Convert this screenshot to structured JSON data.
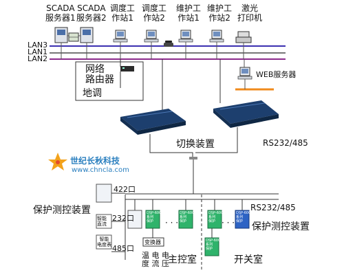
{
  "devices": {
    "scada1": "SCADA\n服务器1",
    "scada2": "SCADA\n服务器2",
    "dispatch1": "调度工\n作站1",
    "dispatch2": "调度工\n作站2",
    "maint1": "维护工\n作站1",
    "maint2": "维护工\n作站2",
    "printer": "激光\n打印机"
  },
  "lans": {
    "lan3": "LAN3",
    "lan1": "LAN1",
    "lan2": "LAN2"
  },
  "router": "网络\n路由器",
  "dispatch_center": "地调",
  "web_server": "WEB服务器",
  "switch_device": "切换装置",
  "rs232_top": "RS232/485",
  "logo": {
    "name": "世纪长秋科技",
    "url": "www.chncla.com"
  },
  "protection_left": "保护测控装置",
  "port_422": "422口",
  "port_232": "232口",
  "port_485": "485口",
  "dc_box": "智能\n直流",
  "meter_box": "智能\n电度表",
  "transducer": "变换器",
  "measurands": "温 电 电\n度 流 压",
  "main_control_room": "主控室",
  "rs232_bottom": "RS232/485",
  "protection_right": "保护测控装置",
  "switchgear_room": "开关室",
  "dots": "· · ·",
  "dev_model_green": "DSP-600\n系列\n保护",
  "dev_model_blue": "DSP-600\n系列\n保护",
  "colors": {
    "lan3": "#3a2fb0",
    "lan1": "#6a6a6a",
    "lan2": "#8b2a8b",
    "web_bus": "#f08a1c",
    "device_green": "#2fb36b",
    "device_blue": "#2d63c4",
    "switch_body": "#1d3f6e"
  }
}
